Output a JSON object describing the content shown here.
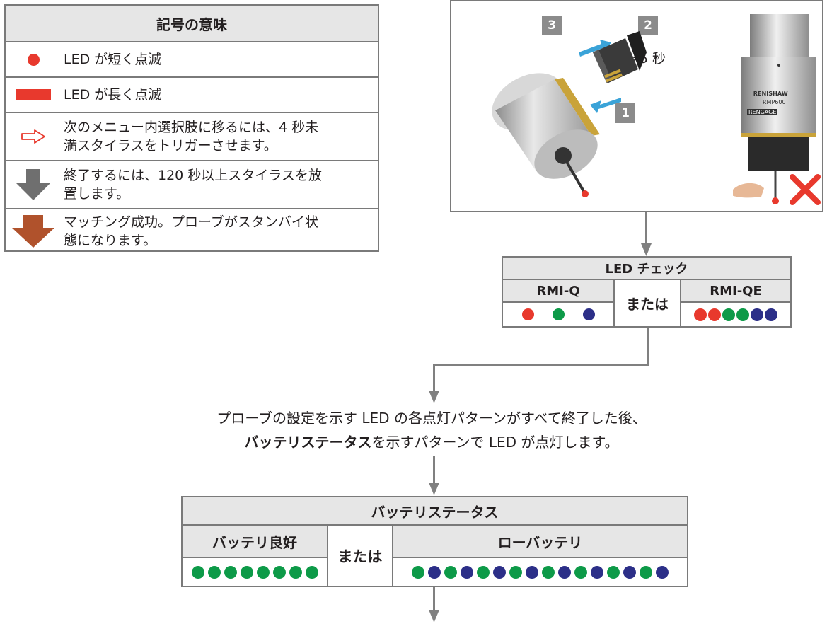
{
  "legend": {
    "title": "記号の意味",
    "rows": [
      {
        "text": "LED が短く点滅"
      },
      {
        "text": "LED が長く点滅"
      },
      {
        "text_line1": "次のメニュー内選択肢に移るには、4 秒未",
        "text_line2": "満スタイラスをトリガーさせます。"
      },
      {
        "text_line1": "終了するには、120 秒以上スタイラスを放",
        "text_line2": "置します。"
      },
      {
        "text_line1": "マッチング成功。プローブがスタンバイ状",
        "text_line2": "態になります。"
      }
    ]
  },
  "photo": {
    "step_3": "3",
    "step_2": "2",
    "step_1": "1",
    "time_label": ">5 秒",
    "probe_brand": "RENISHAW",
    "probe_model": "RMP600",
    "probe_sub": "RENGAGE"
  },
  "led_check": {
    "title": "LED チェック",
    "left_header": "RMI-Q",
    "or_label": "または",
    "right_header": "RMI-QE",
    "left_dots": [
      "red",
      "green",
      "blue"
    ],
    "right_dots": [
      "red",
      "red",
      "green",
      "green",
      "blue",
      "blue"
    ]
  },
  "description": {
    "line1": "プローブの設定を示す LED の各点灯パターンがすべて終了した後、",
    "line2_bold": "バッテリステータス",
    "line2_rest": "を示すパターンで LED が点灯します。"
  },
  "battery": {
    "title": "バッテリステータス",
    "good_header": "バッテリ良好",
    "or_label": "または",
    "low_header": "ローバッテリ",
    "good_dots": [
      "green",
      "green",
      "green",
      "green",
      "green",
      "green",
      "green",
      "green"
    ],
    "low_dots": [
      "green",
      "blue",
      "green",
      "blue",
      "green",
      "blue",
      "green",
      "blue",
      "green",
      "blue",
      "green",
      "blue",
      "green",
      "blue",
      "green",
      "blue"
    ]
  },
  "colors": {
    "red": "#e8392d",
    "green": "#0d9a48",
    "blue": "#2c2f88",
    "arrow_gray": "#6f6f6f",
    "arrow_brown": "#b0522c",
    "border": "#7a7a7a"
  }
}
